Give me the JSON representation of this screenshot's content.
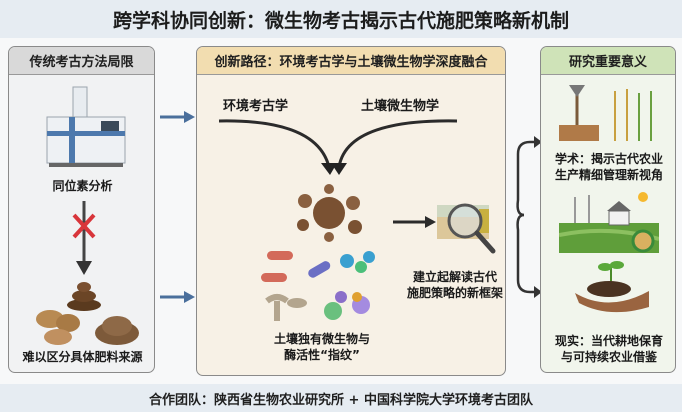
{
  "title": "跨学科协同创新：微生物考古揭示古代施肥策略新机制",
  "left_panel": {
    "header": "传统考古方法局限",
    "method_label": "同位素分析",
    "result_label": "难以区分具体肥料来源",
    "icons": [
      "mass-spectrometer-icon",
      "cross-icon",
      "manure-icon",
      "tuber-icon",
      "compost-icon"
    ]
  },
  "middle_panel": {
    "header": "创新路径：环境考古学与土壤微生物学深度融合",
    "source_a": "环境考古学",
    "source_b": "土壤微生物学",
    "fingerprint_label_line1": "土壤独有微生物与",
    "fingerprint_label_line2": "酶活性“指纹”",
    "framework_label_line1": "建立起解读古代",
    "framework_label_line2": "施肥策略的新框架"
  },
  "right_panel": {
    "header": "研究重要意义",
    "academic_line1": "学术：揭示古代农业",
    "academic_line2": "生产精细管理新视角",
    "practical_line1": "现实：当代耕地保育",
    "practical_line2": "与可持续农业借鉴"
  },
  "footer": "合作团队：陕西省生物农业研究所 + 中国科学院大学环境考古团队",
  "colors": {
    "left_header": "#d9d9d9",
    "middle_header": "#f2ddb0",
    "right_header": "#cfe3b8",
    "arrow_blue": "#4a6f9c"
  }
}
